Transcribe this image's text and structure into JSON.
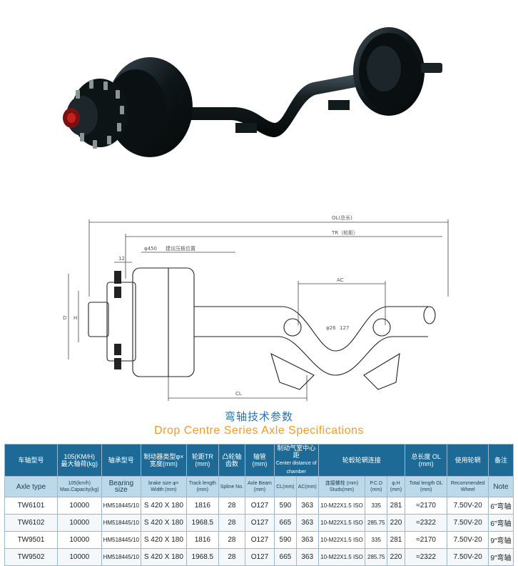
{
  "drawing": {
    "ol_label": "OL(总长)",
    "tr_label": "TR（轮距）",
    "dim_12": "12",
    "phi450_label": "φ450",
    "pressure_pos_label": "建议压板位置",
    "ac_label": "AC",
    "cl_label": "CL",
    "d_label": "D",
    "h_label": "H",
    "phi_small_label": "φ26",
    "dim_127_label": "127"
  },
  "title_cn": "弯轴技术参数",
  "title_en": "Drop Centre Series Axle Specifications",
  "table": {
    "header_cn": {
      "axle_type": "车轴型号",
      "capacity": "105(KM/H)\n最大轴荷(kg)",
      "bearing": "轴承型号",
      "brake": "制动器类型φ×宽度(mm)",
      "track": "轮距TR\n(mm)",
      "spline": "凸轮轴齿数",
      "beam": "轴管\n(mm)",
      "chamber": "制动气室中心距",
      "chamber_en": "Center distance of chamber",
      "wheel_conn": "轮毂轮辋连接",
      "total_length": "总长度 OL\n(mm)",
      "wheel": "使用轮辋",
      "note": "备注"
    },
    "header_en": {
      "axle_type": "Axle type",
      "capacity": "105(km/h)\nMax.Capacity(kg)",
      "bearing": "Bearing size",
      "brake": "brake size φ×\nWidth (mm)",
      "track": "Track length\n(mm)",
      "spline": "Spline No.",
      "beam": "Axle Beam\n(mm)",
      "cl": "CL(mm)",
      "ac": "AC(mm)",
      "studs": "连接螺栓 (mm)\nStuds(mm)",
      "pcd": "P.C.D\n(mm)",
      "h": "φ.H\n(mm)",
      "total_length": "Total length OL\n(mm)",
      "wheel": "Recommended\nWheel",
      "note": "Note"
    },
    "rows": [
      {
        "type": "TW6101",
        "capacity": "10000",
        "bearing": "HM518445/10",
        "brake": "S 420 X 180",
        "track": "1816",
        "spline": "28",
        "beam": "O127",
        "cl": "590",
        "ac": "363",
        "studs": "10-M22X1.5 ISO",
        "pcd": "335",
        "h": "281",
        "ol": "≈2170",
        "wheel": "7.50V-20",
        "note": "6\"弯轴"
      },
      {
        "type": "TW6102",
        "capacity": "10000",
        "bearing": "HM518445/10",
        "brake": "S 420 X 180",
        "track": "1968.5",
        "spline": "28",
        "beam": "O127",
        "cl": "665",
        "ac": "363",
        "studs": "10-M22X1.5 ISO",
        "pcd": "285.75",
        "h": "220",
        "ol": "≈2322",
        "wheel": "7.50V-20",
        "note": "6\"弯轴"
      },
      {
        "type": "TW9501",
        "capacity": "10000",
        "bearing": "HM518445/10",
        "brake": "S 420 X 180",
        "track": "1816",
        "spline": "28",
        "beam": "O127",
        "cl": "590",
        "ac": "363",
        "studs": "10-M22X1.5 ISO",
        "pcd": "335",
        "h": "281",
        "ol": "≈2170",
        "wheel": "7.50V-20",
        "note": "9\"弯轴"
      },
      {
        "type": "TW9502",
        "capacity": "10000",
        "bearing": "HM518445/10",
        "brake": "S 420 X 180",
        "track": "1968.5",
        "spline": "28",
        "beam": "O127",
        "cl": "665",
        "ac": "363",
        "studs": "10-M22X1.5 ISO",
        "pcd": "285.75",
        "h": "220",
        "ol": "≈2322",
        "wheel": "7.50V-20",
        "note": "9\"弯轴"
      }
    ]
  }
}
